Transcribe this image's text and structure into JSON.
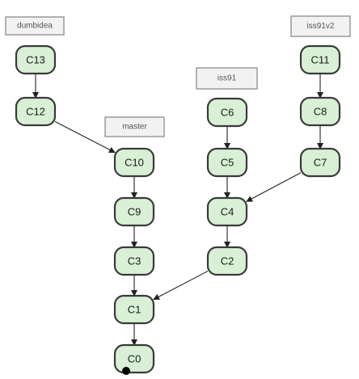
{
  "branches": [
    {
      "id": "dumbidea",
      "label": "dumbidea"
    },
    {
      "id": "master",
      "label": "master"
    },
    {
      "id": "iss91",
      "label": "iss91"
    },
    {
      "id": "iss91v2",
      "label": "iss91v2"
    }
  ],
  "commits": [
    {
      "id": "C0",
      "label": "C0"
    },
    {
      "id": "C1",
      "label": "C1"
    },
    {
      "id": "C2",
      "label": "C2"
    },
    {
      "id": "C3",
      "label": "C3"
    },
    {
      "id": "C4",
      "label": "C4"
    },
    {
      "id": "C5",
      "label": "C5"
    },
    {
      "id": "C6",
      "label": "C6"
    },
    {
      "id": "C7",
      "label": "C7"
    },
    {
      "id": "C8",
      "label": "C8"
    },
    {
      "id": "C9",
      "label": "C9"
    },
    {
      "id": "C10",
      "label": "C10"
    },
    {
      "id": "C11",
      "label": "C11"
    },
    {
      "id": "C12",
      "label": "C12"
    },
    {
      "id": "C13",
      "label": "C13"
    }
  ],
  "edges": [
    {
      "from": "C13",
      "to": "C12"
    },
    {
      "from": "C12",
      "to": "C10"
    },
    {
      "from": "C10",
      "to": "C9"
    },
    {
      "from": "C9",
      "to": "C3"
    },
    {
      "from": "C3",
      "to": "C1"
    },
    {
      "from": "C1",
      "to": "C0"
    },
    {
      "from": "C6",
      "to": "C5"
    },
    {
      "from": "C5",
      "to": "C4"
    },
    {
      "from": "C4",
      "to": "C2"
    },
    {
      "from": "C2",
      "to": "C1"
    },
    {
      "from": "C11",
      "to": "C8"
    },
    {
      "from": "C8",
      "to": "C7"
    },
    {
      "from": "C7",
      "to": "C4"
    }
  ],
  "colors": {
    "commit_fill": "#d9f0d6",
    "commit_stroke": "#3a3a3a",
    "label_fill": "#f2f2f2",
    "label_stroke": "#9a9a9a",
    "edge": "#222222"
  }
}
